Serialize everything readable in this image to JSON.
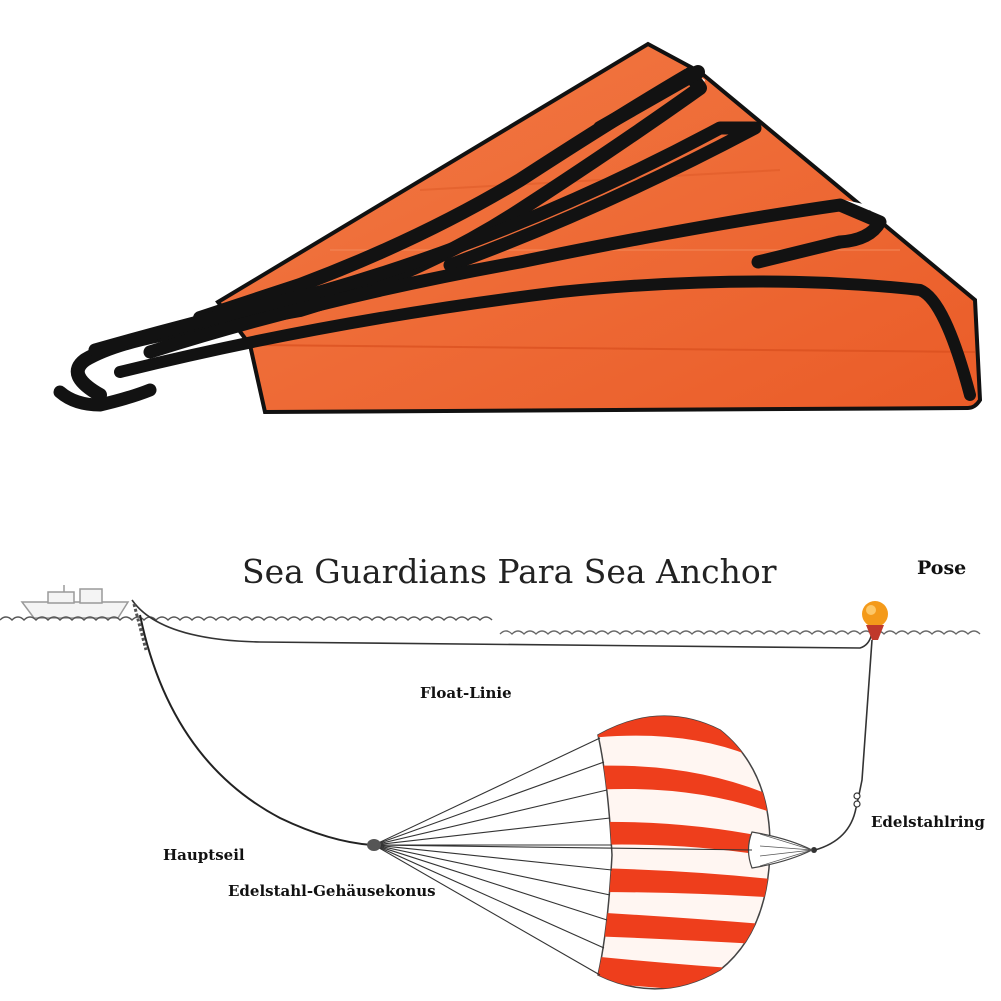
{
  "diagram": {
    "title": "Sea Guardians Para Sea Anchor",
    "labels": {
      "buoy": "Pose",
      "float_line": "Float-Linie",
      "ring": "Edelstahlring",
      "main_rope": "Hauptseil",
      "cone": "Edelstahl-Gehäusekonus"
    }
  },
  "colors": {
    "anchor_orange": "#f26a33",
    "anchor_dark": "#e85a25",
    "strap_black": "#111111",
    "stripe_red": "#ee3e1c",
    "buoy": "#f49a1a",
    "line": "#333333"
  },
  "icons": {
    "product": "sea-anchor-product-photo",
    "boat": "boat-icon",
    "buoy": "buoy-icon",
    "parachute": "parachute-anchor-icon"
  }
}
